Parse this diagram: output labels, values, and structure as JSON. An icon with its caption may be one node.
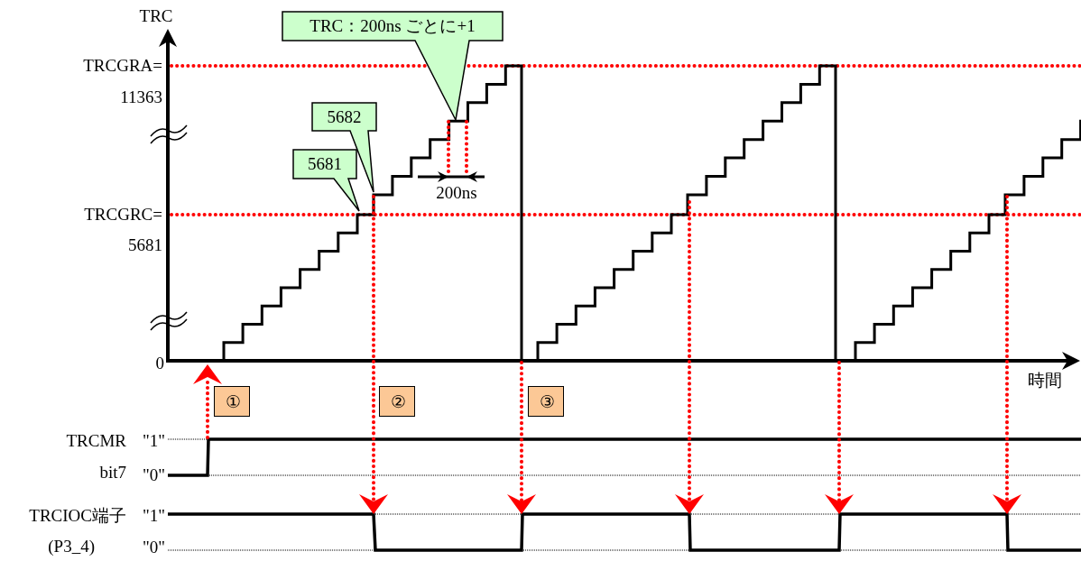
{
  "diagram": {
    "nodes": [
      {
        "text": [
          "TRC：200ns ごとに+1"
        ]
      },
      {
        "text": [
          "5682"
        ]
      },
      {
        "text": [
          "5681"
        ]
      },
      {
        "text": [
          "①"
        ]
      },
      {
        "text": [
          "②"
        ]
      },
      {
        "text": [
          "③"
        ]
      }
    ],
    "labels": [
      "TRC",
      "TRCGRA=",
      "11363",
      "TRCGRC=",
      "5681",
      "0",
      "時間",
      "200ns",
      "TRCMR",
      "\"1\"",
      "bit7",
      "\"0\"",
      "TRCIOC端子",
      "\"1\"",
      "(P3_4)",
      "\"0\""
    ]
  }
}
